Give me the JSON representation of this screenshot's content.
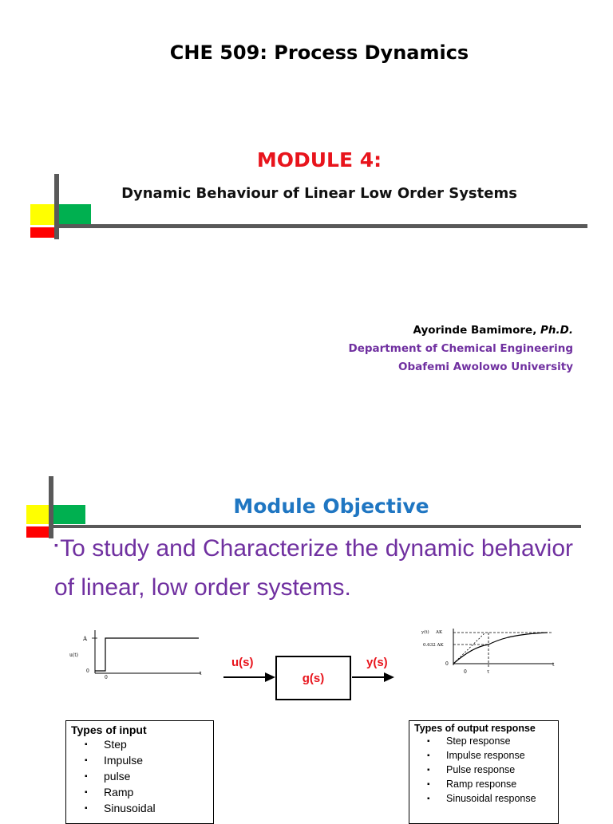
{
  "slide1": {
    "course_title": "CHE 509: Process Dynamics",
    "module_label": "MODULE 4:",
    "module_subtitle": "Dynamic Behaviour of Linear Low Order Systems",
    "author_name": "Ayorinde Bamimore, ",
    "author_degree": "Ph.D.",
    "department": "Department of Chemical Engineering",
    "university": "Obafemi Awolowo University"
  },
  "slide2": {
    "title": "Module Objective",
    "bullet": "To study and Characterize the dynamic behavior of linear, low order systems.",
    "bullet_marker": "▪",
    "diagram": {
      "input_signal_label": "u(s)",
      "block_label": "g(s)",
      "output_signal_label": "y(s)",
      "input_plot": {
        "y_axis_label": "u(t)",
        "step_level_label": "A",
        "zero_label": "0",
        "x_zero_label": "0",
        "x_axis_label": "t"
      },
      "output_plot": {
        "y_axis_label": "y(t)",
        "final_value_label": "AK",
        "tau_value_label": "0.632 AK",
        "zero_label": "0",
        "x_zero_label": "0",
        "x_tau_label": "τ",
        "x_axis_label": "t"
      }
    },
    "input_types": {
      "header": "Types of input",
      "items": [
        "Step",
        "Impulse",
        "pulse",
        "Ramp",
        "Sinusoidal"
      ]
    },
    "output_types": {
      "header": "Types of output response",
      "items": [
        "Step response",
        "Impulse response",
        "Pulse response",
        "Ramp response",
        "Sinusoidal response"
      ]
    }
  },
  "colors": {
    "accent_red": "#e8141c",
    "accent_blue": "#1f76c2",
    "accent_purple": "#7030a0",
    "deco_gray": "#595959",
    "deco_yellow": "#ffff00",
    "deco_green": "#00b050",
    "deco_red": "#ff0000"
  }
}
